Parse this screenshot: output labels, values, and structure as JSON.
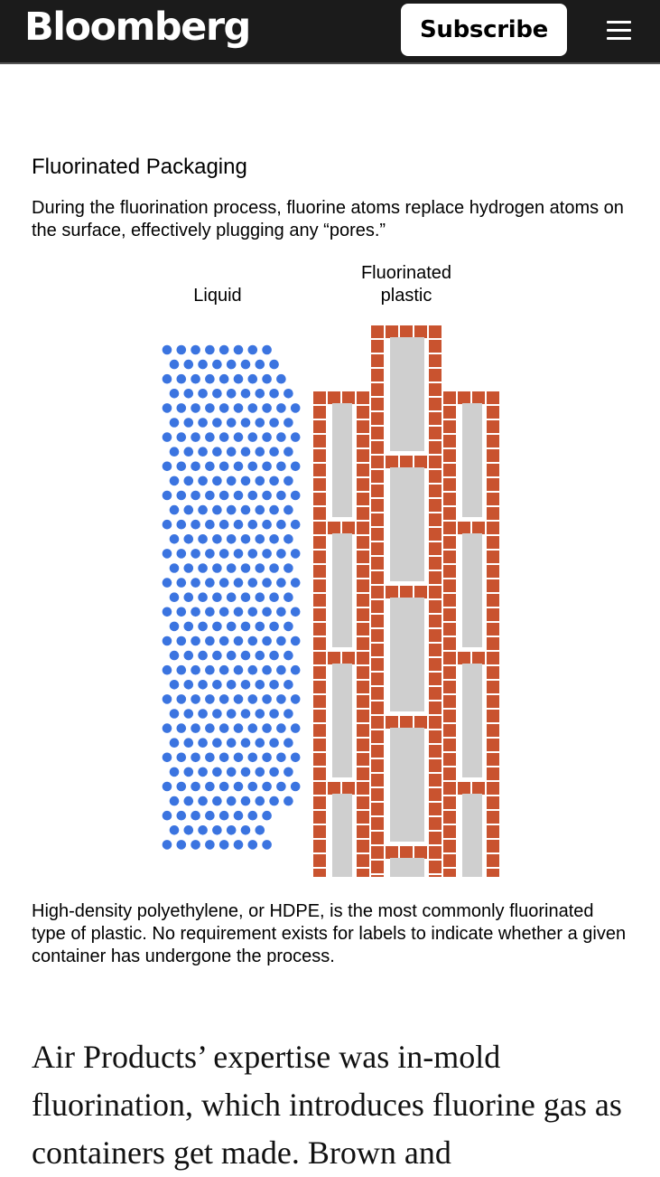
{
  "header": {
    "logo": "Bloomberg",
    "subscribe_label": "Subscribe",
    "menu_icon": "hamburger-menu-icon",
    "background": "#1b1b1b"
  },
  "graphic": {
    "title": "Fluorinated Packaging",
    "subtitle": "During the fluorination process, fluorine atoms replace hydrogen atoms on the surface, effectively plugging any “pores.”",
    "labels": {
      "liquid": "Liquid",
      "plastic_line1": "Fluorinated",
      "plastic_line2": "plastic"
    },
    "colors": {
      "liquid_dots": "#3b74e0",
      "fluorine_squares": "#c9532f",
      "plastic_blocks": "#cfcfcf"
    },
    "caption": "High-density polyethylene, or HDPE, is the most commonly fluorinated type of plastic. No requirement exists for labels to indicate whether a given container has undergone the process."
  },
  "article": {
    "paragraph": "Air Products’ expertise was in-mold fluorination, which introduces fluorine gas as containers get made. Brown and"
  }
}
